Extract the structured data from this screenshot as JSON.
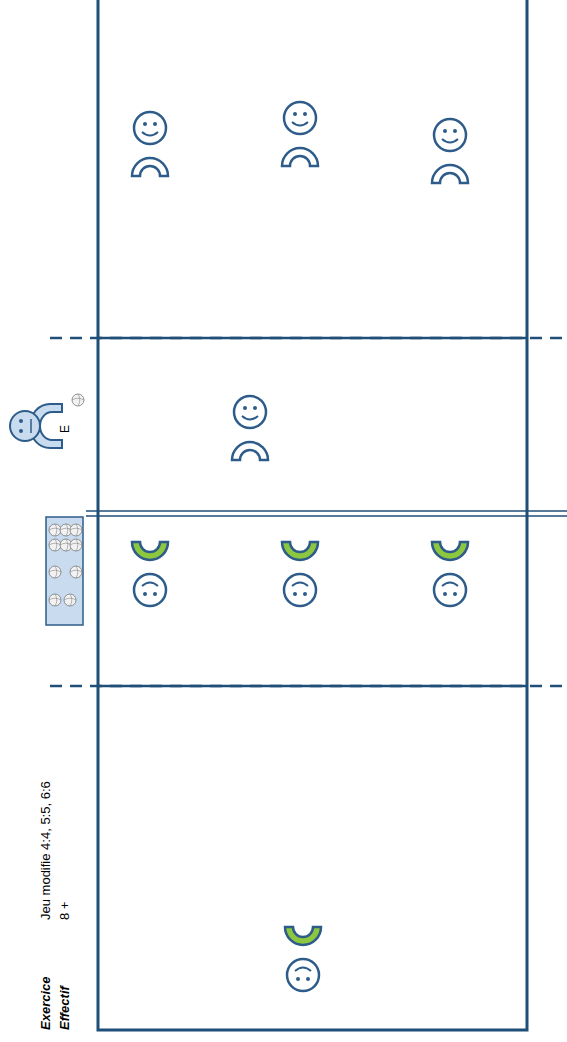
{
  "diagram": {
    "labels": [
      "Exercice",
      "Effectif",
      "Jeu modifie 4:4, 5:5, 6:6",
      "8 +",
      "E"
    ]
  }
}
